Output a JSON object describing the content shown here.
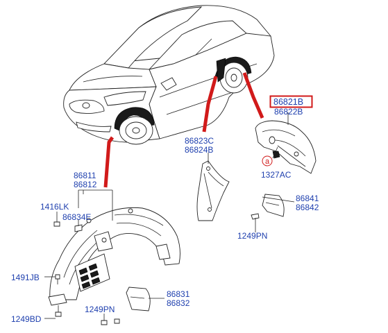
{
  "colors": {
    "label": "#1e3fae",
    "highlight": "#d11a1a",
    "leader": "#d11a1a",
    "line": "#222222"
  },
  "labels": {
    "highlighted": "86821B",
    "p86822B": "86822B",
    "p86823C": "86823C",
    "p86824B": "86824B",
    "callout_a": "a",
    "p1327AC": "1327AC",
    "p86811": "86811",
    "p86812": "86812",
    "p86841": "86841",
    "p86842": "86842",
    "p1416LK": "1416LK",
    "p86834E": "86834E",
    "p1249PN_right": "1249PN",
    "p1491JB": "1491JB",
    "p86831": "86831",
    "p86832": "86832",
    "p1249PN_bottom": "1249PN",
    "p1249BD": "1249BD"
  }
}
